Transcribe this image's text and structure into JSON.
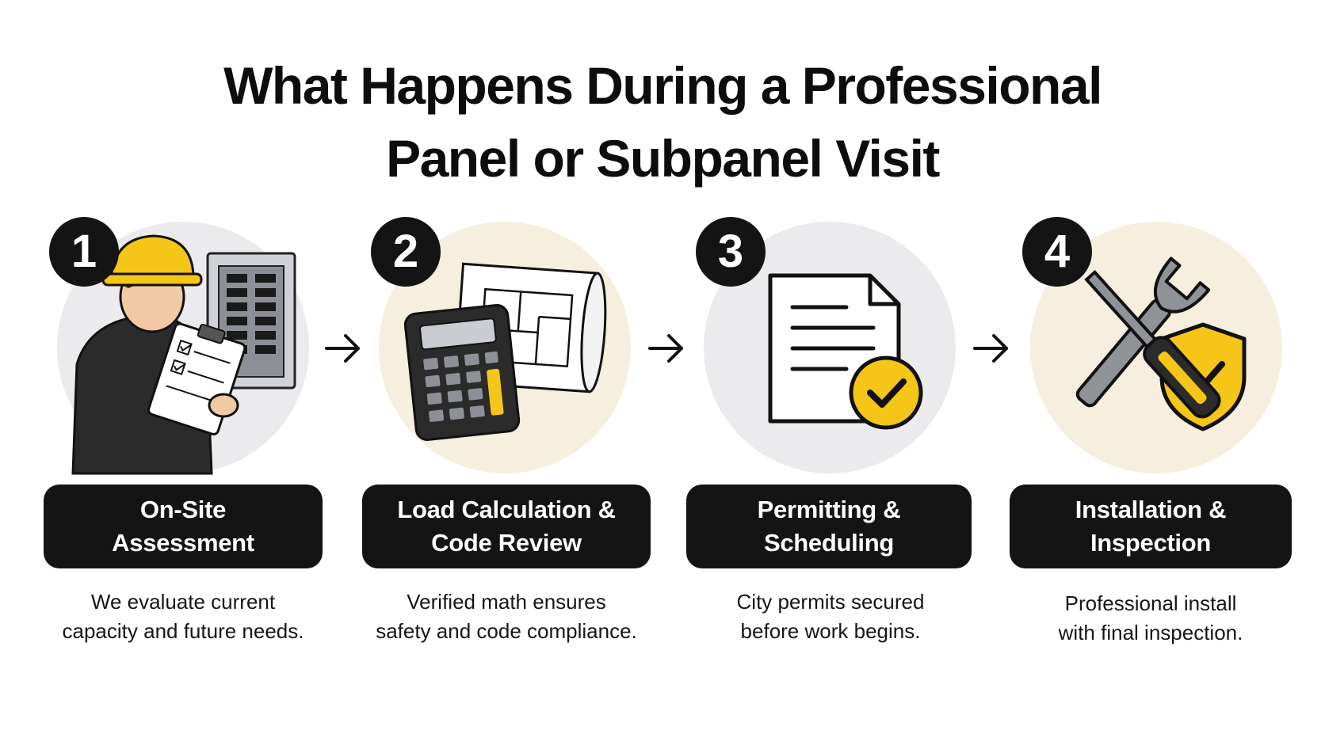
{
  "title": {
    "line1": "What Happens During a Professional",
    "line2": "Panel or Subpanel Visit"
  },
  "colors": {
    "dark": "#141414",
    "accent_yellow": "#f5c518",
    "circle_gray": "#ebebed",
    "circle_cream": "#f6efdf"
  },
  "steps": [
    {
      "number": "1",
      "icon": "electrician-with-clipboard-icon",
      "label_line1": "On-Site",
      "label_line2": "Assessment",
      "desc_line1": "We evaluate current",
      "desc_line2": "capacity and future needs."
    },
    {
      "number": "2",
      "icon": "calculator-blueprint-icon",
      "label_line1": "Load Calculation &",
      "label_line2": "Code Review",
      "desc_line1": "Verified math ensures",
      "desc_line2": "safety and code compliance."
    },
    {
      "number": "3",
      "icon": "document-checkmark-icon",
      "label_line1": "Permitting &",
      "label_line2": "Scheduling",
      "desc_line1": "City permits secured",
      "desc_line2": "before work begins."
    },
    {
      "number": "4",
      "icon": "tools-shield-icon",
      "label_line1": "Installation &",
      "label_line2": "Inspection",
      "desc_line1": "Professional install",
      "desc_line2": "with final inspection."
    }
  ]
}
